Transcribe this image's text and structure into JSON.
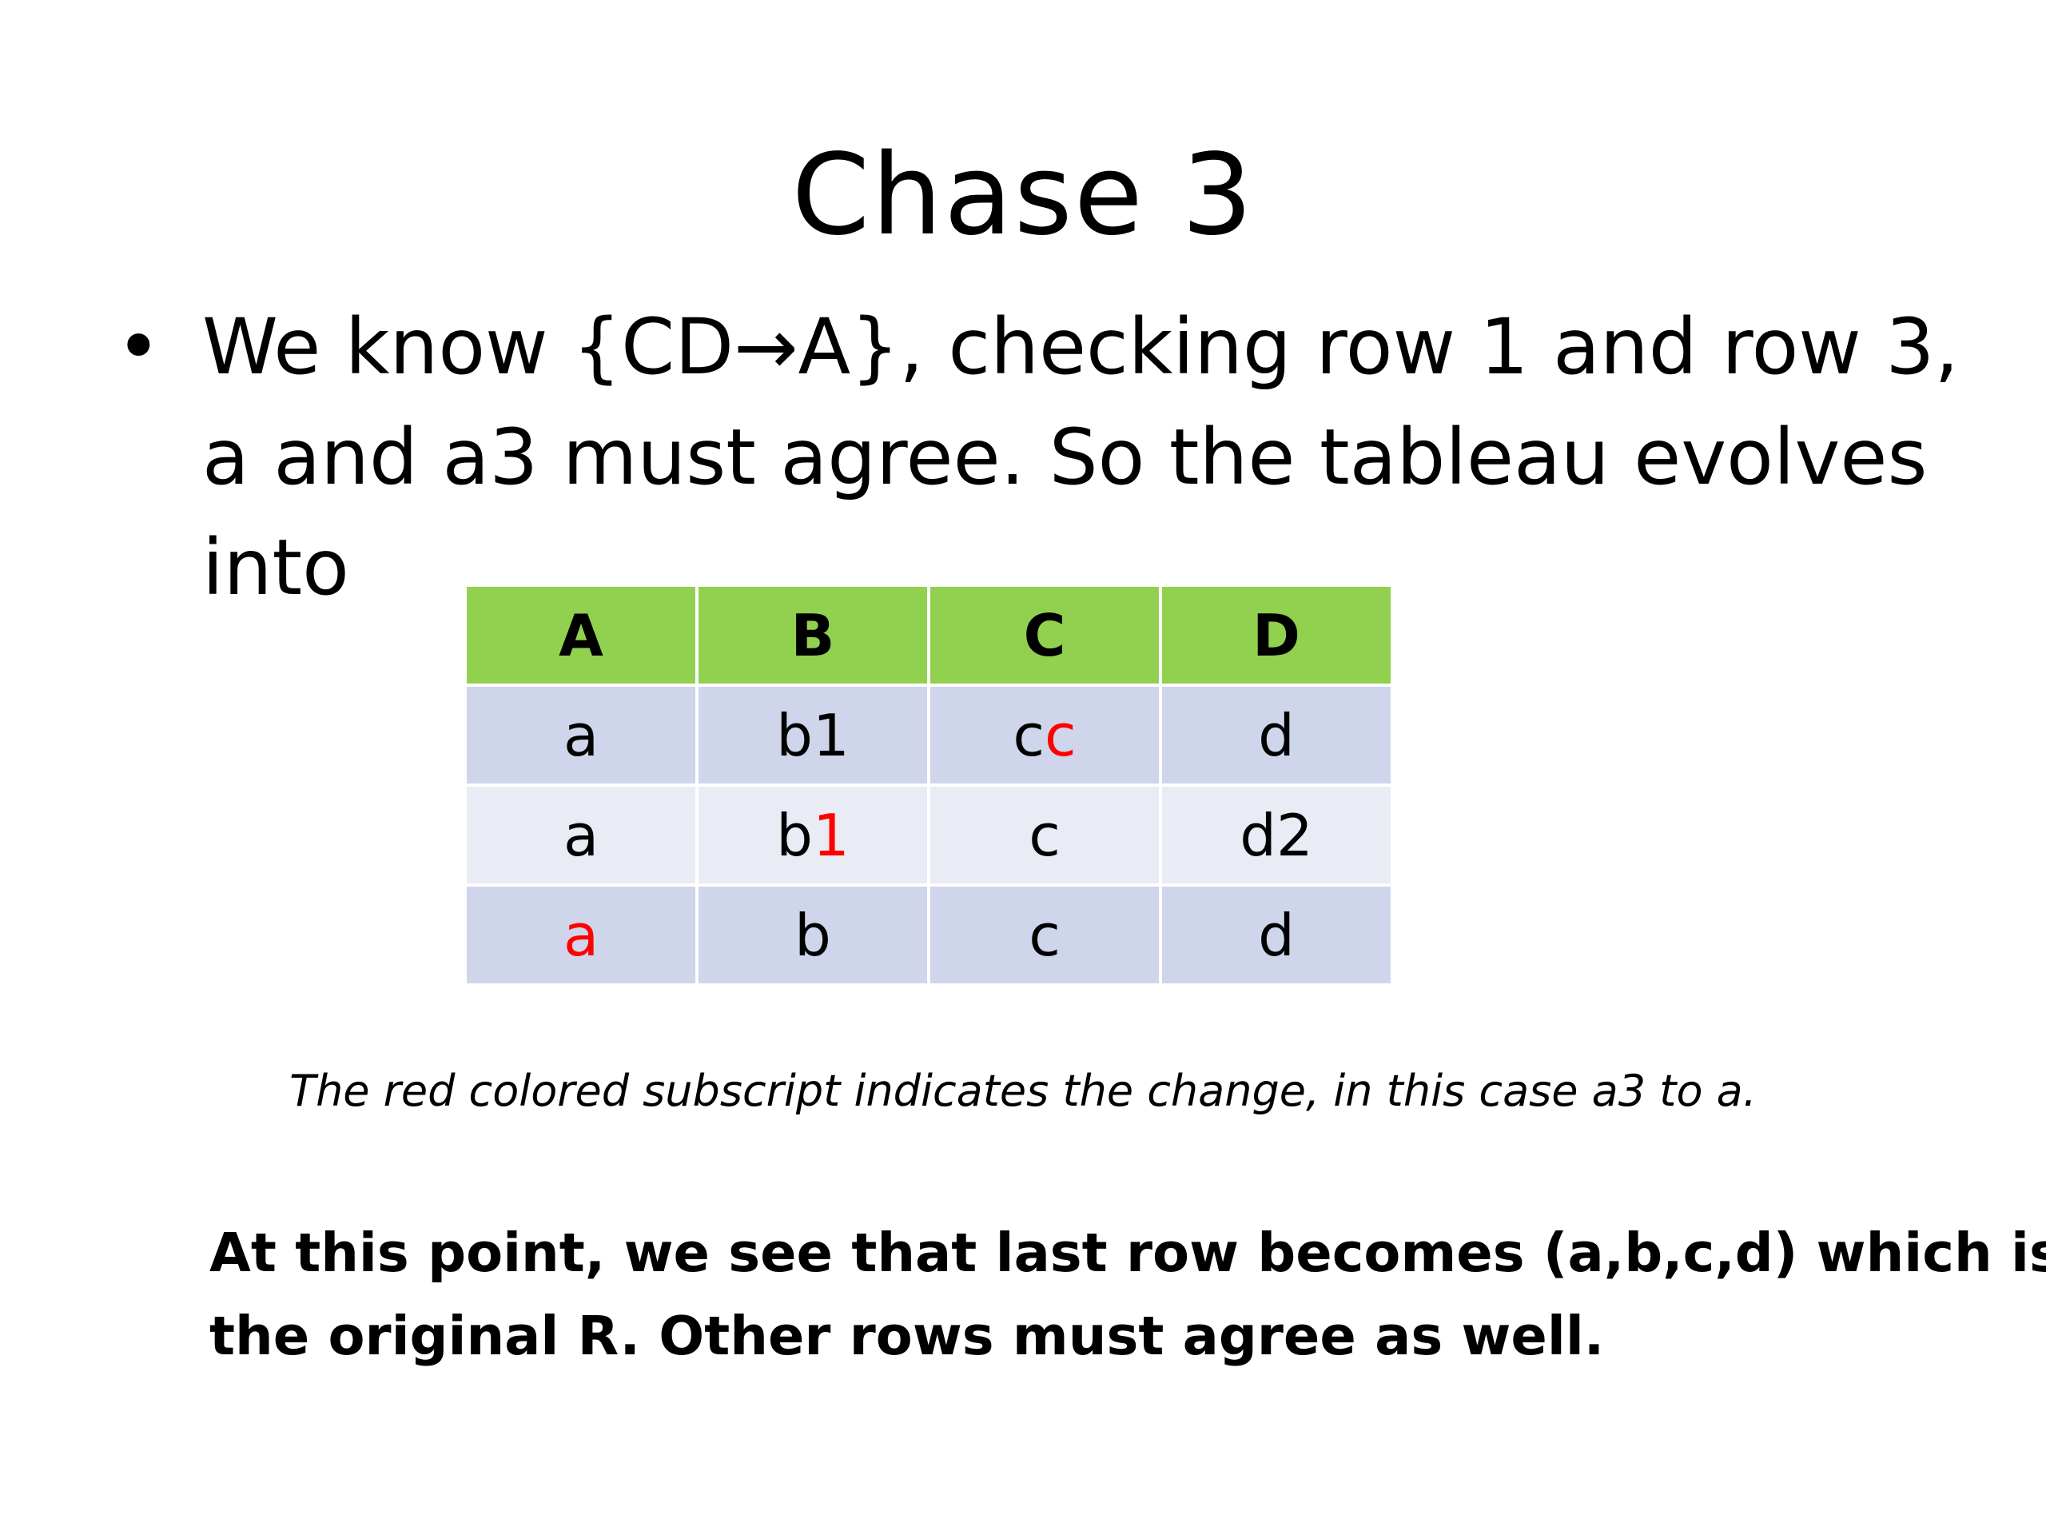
{
  "slide": {
    "title": "Chase 3"
  },
  "bullet": {
    "marker": "•",
    "lines": [
      "We know {CD→A}, checking row 1 and row 3,",
      "a and a3 must agree. So the tableau evolves",
      "into"
    ]
  },
  "tableau": {
    "headers": [
      "A",
      "B",
      "C",
      "D"
    ],
    "rows": [
      {
        "cells": [
          {
            "text": "a",
            "highlight": ""
          },
          {
            "text": "b1",
            "highlight": ""
          },
          {
            "text": "c",
            "highlight": "c"
          },
          {
            "text": "d",
            "highlight": ""
          }
        ]
      },
      {
        "cells": [
          {
            "text": "a",
            "highlight": ""
          },
          {
            "text": "b",
            "highlight": "1"
          },
          {
            "text": "c",
            "highlight": ""
          },
          {
            "text": "d2",
            "highlight": ""
          }
        ]
      },
      {
        "cells": [
          {
            "text": "",
            "highlight": "a"
          },
          {
            "text": "b",
            "highlight": ""
          },
          {
            "text": "c",
            "highlight": ""
          },
          {
            "text": "d",
            "highlight": ""
          }
        ]
      }
    ]
  },
  "caption": "The red colored subscript indicates the change, in this case a3 to a.",
  "conclusion": {
    "lines": [
      "At this point, we see that last row becomes (a,b,c,d) which is",
      "the original R. Other rows must agree as well."
    ]
  },
  "colors": {
    "header_fill": "#92d050",
    "row_dark": "#cfd5ea",
    "row_light": "#e9ebf5",
    "highlight": "#ff0000"
  }
}
